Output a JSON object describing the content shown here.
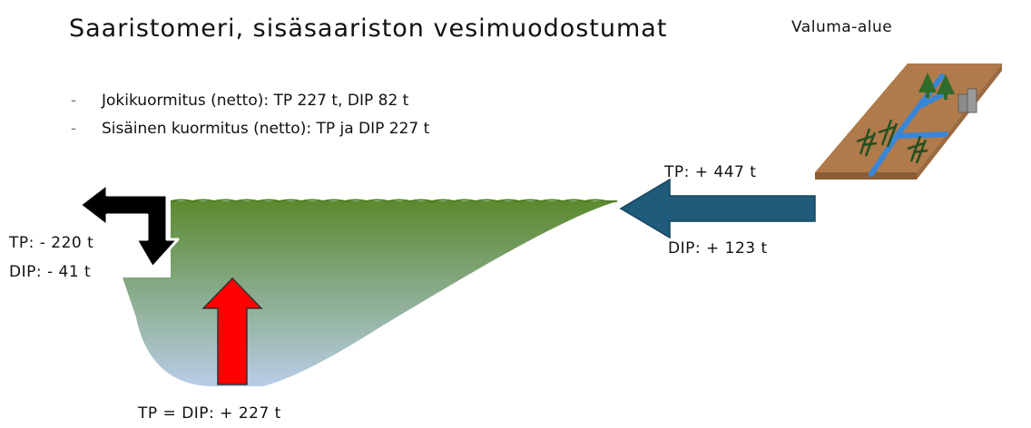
{
  "title": "Saaristomeri, sisäsaariston vesimuodostumat",
  "catchment_label": "Valuma-alue",
  "bullets": [
    "Jokikuormitus (netto): TP 227 t, DIP 82 t",
    "Sisäinen kuormitus (netto): TP ja DIP 227 t"
  ],
  "labels": {
    "inflow_tp": "TP: + 447 t",
    "inflow_dip": "DIP: + 123 t",
    "outflow_tp": "TP: - 220 t",
    "outflow_dip": "DIP: - 41 t",
    "internal": "TP = DIP: + 227 t"
  },
  "colors": {
    "water_top": "#5b8a2e",
    "water_bottom": "#b8cde8",
    "inflow_arrow": "#1f5b7a",
    "internal_arrow": "#ff0000",
    "outflow_arrow": "#000000",
    "land": "#b07a4a",
    "river": "#3a86d6",
    "tree": "#2f6b2a"
  }
}
